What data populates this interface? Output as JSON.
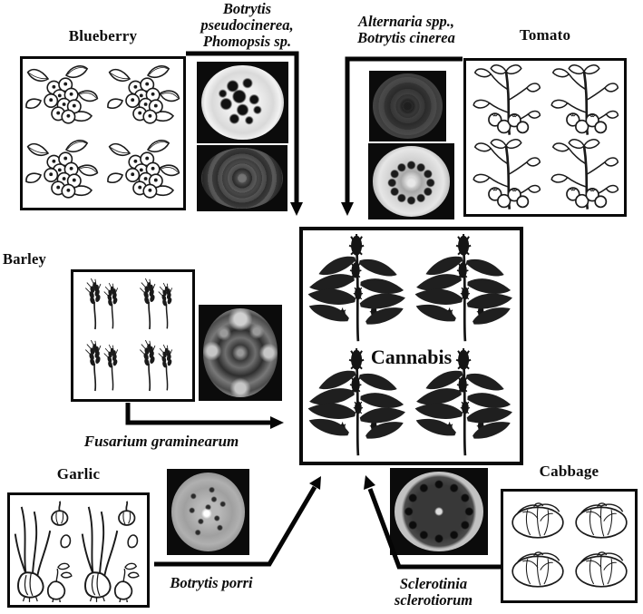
{
  "labels": {
    "blueberry": "Blueberry",
    "tomato": "Tomato",
    "barley": "Barley",
    "garlic": "Garlic",
    "cabbage": "Cabbage",
    "cannabis": "Cannabis"
  },
  "pathogens": {
    "blueberry": {
      "line1": "Botrytis",
      "line2": "pseudocinerea,",
      "line3": "Phomopsis sp."
    },
    "tomato": {
      "line1": "Alternaria spp.,",
      "line2": "Botrytis cinerea"
    },
    "barley": {
      "line1": "Fusarium graminearum"
    },
    "garlic": {
      "line1": "Botrytis porri"
    },
    "cabbage": {
      "line1": "Sclerotinia",
      "line2": "sclerotiorum"
    }
  },
  "colors": {
    "ink": "#000000",
    "background": "#ffffff"
  }
}
